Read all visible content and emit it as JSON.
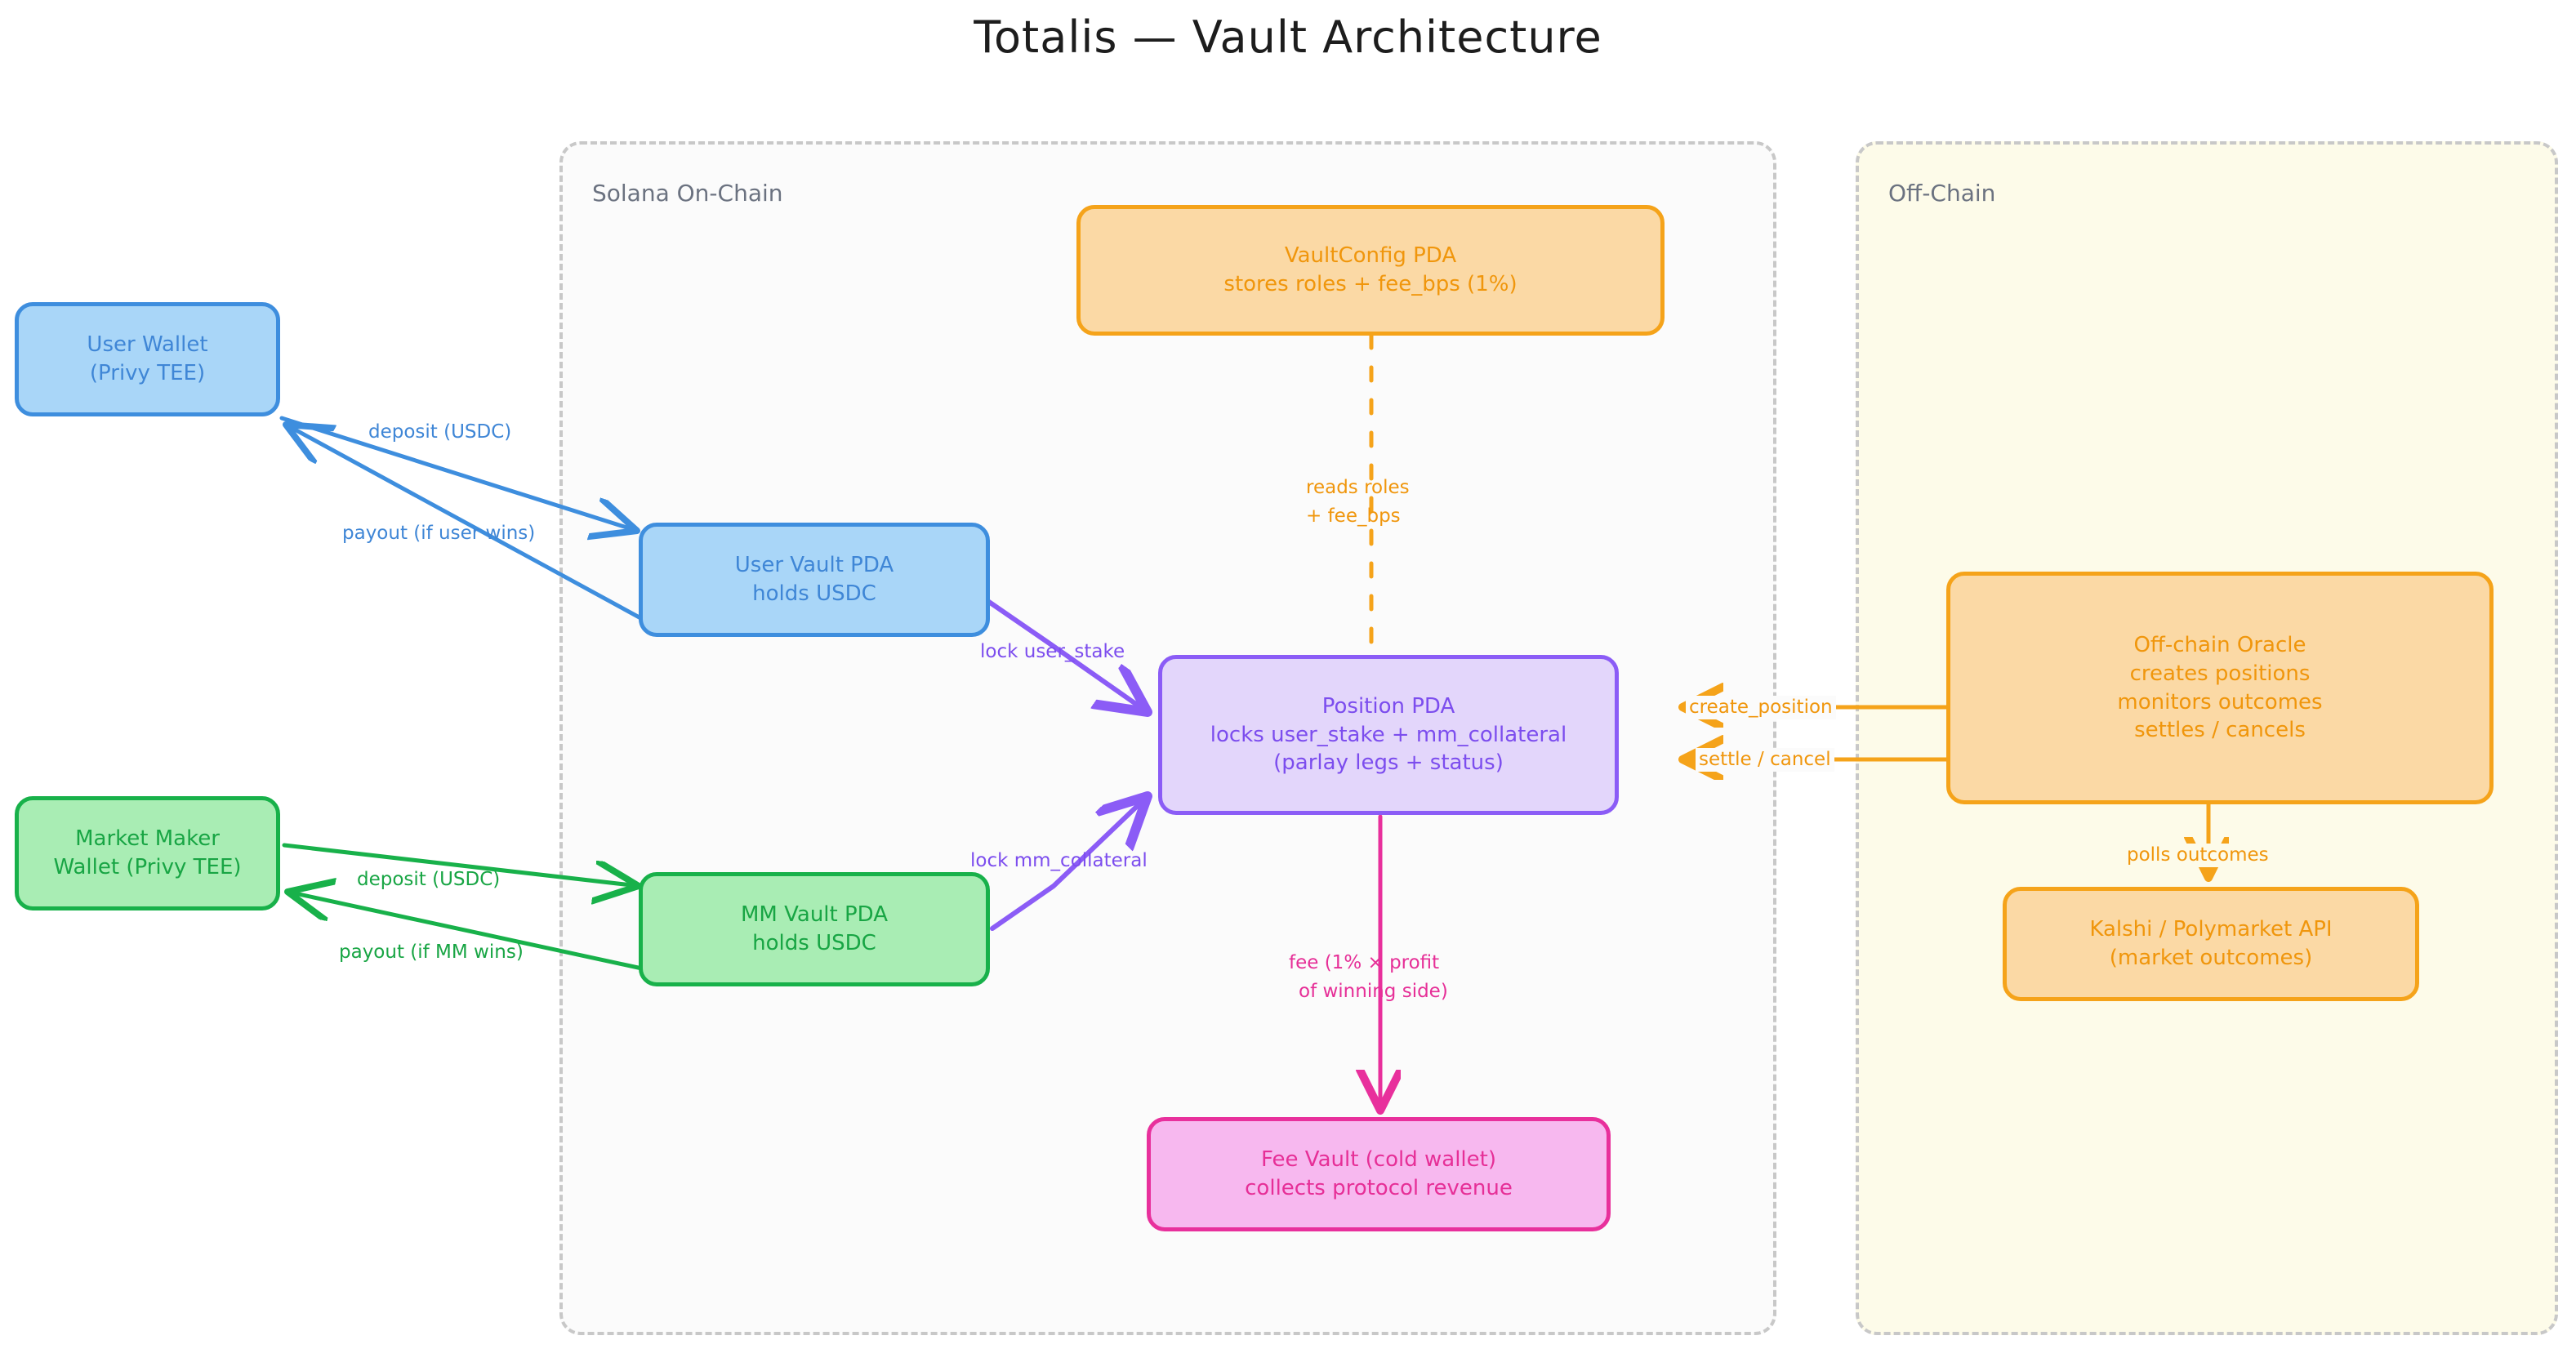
{
  "title": "Totalis — Vault Architecture",
  "palette": {
    "blue_fill": "#a9d6f8",
    "blue_stroke": "#3e8ede",
    "blue_text": "#3f86d6",
    "green_fill": "#a9edb4",
    "green_stroke": "#18b14a",
    "green_text": "#18a544",
    "orange_fill": "#fbd9a5",
    "orange_stroke": "#f5a31a",
    "orange_text": "#f0960c",
    "purple_fill": "#e3d6fb",
    "purple_stroke": "#8b5cf6",
    "purple_text": "#7c4dee",
    "pink_fill": "#f7b8ef",
    "pink_stroke": "#e8309c",
    "pink_text": "#e62f97",
    "cluster_border": "#c8c8c8",
    "onchain_bg": "#fbfbfb",
    "offchain_bg": "#fdfbe9",
    "cluster_label": "#6b7280",
    "title_color": "#1d1d1d",
    "page_bg": "#ffffff"
  },
  "clusters": [
    {
      "id": "onchain",
      "label": "Solana On-Chain"
    },
    {
      "id": "offchain",
      "label": "Off-Chain"
    }
  ],
  "nodes": {
    "user_wallet": {
      "lines": [
        "User Wallet",
        "(Privy TEE)"
      ],
      "color": "blue"
    },
    "mm_wallet": {
      "lines": [
        "Market Maker",
        "Wallet (Privy TEE)"
      ],
      "color": "green"
    },
    "user_vault": {
      "lines": [
        "User Vault PDA",
        "holds USDC"
      ],
      "color": "blue"
    },
    "mm_vault": {
      "lines": [
        "MM Vault PDA",
        "holds USDC"
      ],
      "color": "green"
    },
    "vault_config": {
      "lines": [
        "VaultConfig PDA",
        "stores roles + fee_bps (1%)"
      ],
      "color": "orange"
    },
    "position_pda": {
      "lines": [
        "Position PDA",
        "locks user_stake + mm_collateral",
        "(parlay legs + status)"
      ],
      "color": "purple"
    },
    "fee_vault": {
      "lines": [
        "Fee Vault (cold wallet)",
        "collects protocol revenue"
      ],
      "color": "pink"
    },
    "oracle": {
      "lines": [
        "Off-chain Oracle",
        "creates positions",
        "monitors outcomes",
        "settles / cancels"
      ],
      "color": "orange"
    },
    "market_api": {
      "lines": [
        "Kalshi / Polymarket API",
        "(market outcomes)"
      ],
      "color": "orange"
    }
  },
  "edges": [
    {
      "id": "user-deposit",
      "from": "user_wallet",
      "to": "user_vault",
      "label": "deposit (USDC)",
      "color": "blue"
    },
    {
      "id": "user-payout",
      "from": "user_vault",
      "to": "user_wallet",
      "label": "payout (if user wins)",
      "color": "blue"
    },
    {
      "id": "mm-deposit",
      "from": "mm_wallet",
      "to": "mm_vault",
      "label": "deposit (USDC)",
      "color": "green"
    },
    {
      "id": "mm-payout",
      "from": "mm_vault",
      "to": "mm_wallet",
      "label": "payout (if MM wins)",
      "color": "green"
    },
    {
      "id": "lock-user-stake",
      "from": "user_vault",
      "to": "position_pda",
      "label": "lock user_stake",
      "color": "purple"
    },
    {
      "id": "lock-mm-coll",
      "from": "mm_vault",
      "to": "position_pda",
      "label": "lock mm_collateral",
      "color": "purple"
    },
    {
      "id": "reads-config",
      "from": "vault_config",
      "to": "position_pda",
      "label": "reads roles\n+ fee_bps",
      "color": "orange",
      "style": "dashed"
    },
    {
      "id": "create-position",
      "from": "oracle",
      "to": "position_pda",
      "label": "create_position",
      "color": "orange"
    },
    {
      "id": "settle-cancel",
      "from": "oracle",
      "to": "position_pda",
      "label": "settle / cancel",
      "color": "orange"
    },
    {
      "id": "fee-flow",
      "from": "position_pda",
      "to": "fee_vault",
      "label": "fee (1% × profit\nof winning side)",
      "color": "pink"
    },
    {
      "id": "polls-outcomes",
      "from": "oracle",
      "to": "market_api",
      "label": "polls outcomes",
      "color": "orange"
    }
  ],
  "edge_labels": {
    "user_deposit": "deposit (USDC)",
    "user_payout": "payout (if user wins)",
    "mm_deposit": "deposit (USDC)",
    "mm_payout": "payout (if MM wins)",
    "lock_user_stake": "lock user_stake",
    "lock_mm_collateral": "lock mm_collateral",
    "reads_roles_l1": "reads roles",
    "reads_roles_l2": "+ fee_bps",
    "create_position": "create_position",
    "settle_cancel": "settle / cancel",
    "fee_l1": "fee (1% × profit",
    "fee_l2": "of winning side)",
    "polls_outcomes": "polls outcomes"
  }
}
